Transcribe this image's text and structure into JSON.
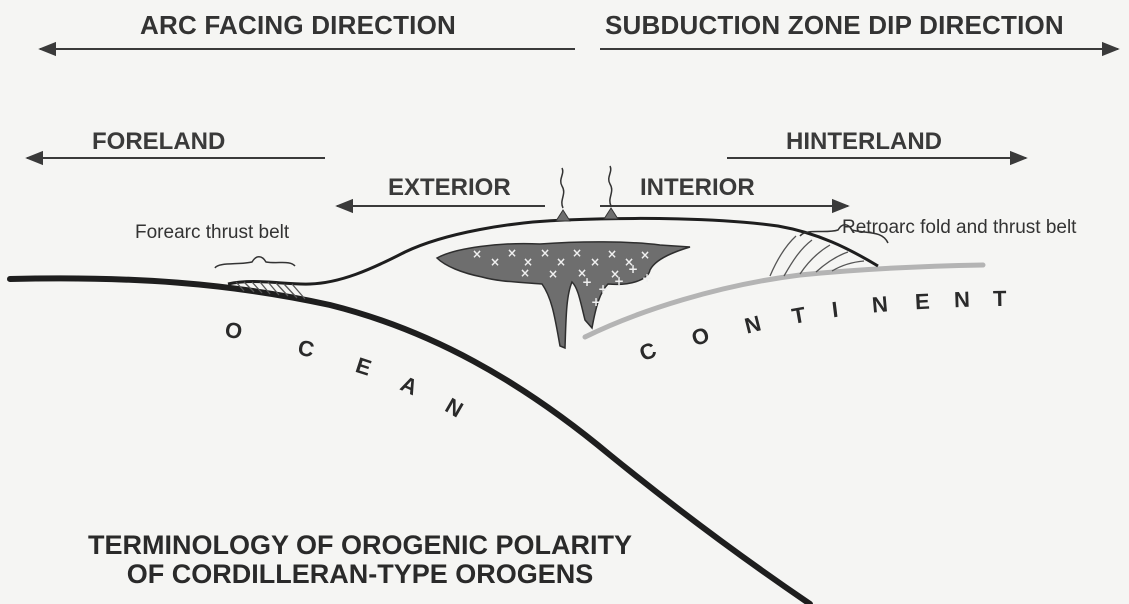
{
  "directions": {
    "arc_facing": "ARC FACING DIRECTION",
    "subduction_dip": "SUBDUCTION ZONE DIP DIRECTION"
  },
  "regions": {
    "foreland": "FORELAND",
    "hinterland": "HINTERLAND",
    "exterior": "EXTERIOR",
    "interior": "INTERIOR"
  },
  "annotations": {
    "forearc": "Forearc thrust belt",
    "retroarc": "Retroarc fold and thrust belt"
  },
  "plates": {
    "ocean_letters": [
      "O",
      "C",
      "E",
      "A",
      "N"
    ],
    "continent_letters": [
      "C",
      "O",
      "N",
      "T",
      "I",
      "N",
      "E",
      "N",
      "T"
    ]
  },
  "title": {
    "line1": "TERMINOLOGY OF OROGENIC POLARITY",
    "line2": "OF CORDILLERAN-TYPE OROGENS"
  },
  "colors": {
    "ink": "#1e1e1e",
    "arrow": "#3a3a3a",
    "batholith": "#6e6e6e",
    "continent_crust": "#b4b4b4",
    "background": "#f5f5f3"
  }
}
